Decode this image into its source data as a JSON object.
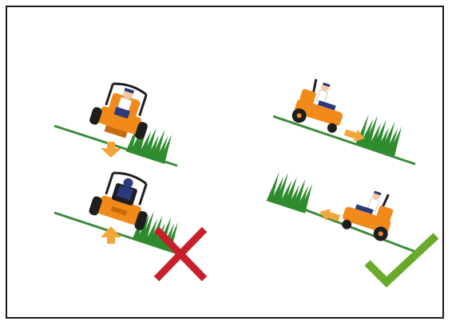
{
  "image": {
    "kind": "mower slope safety illustration",
    "panels": [
      {
        "id": "wrong-uphill",
        "mower_icon": "ride-on-mower-icon",
        "grass_icon": "tall-grass-icon"
      },
      {
        "id": "wrong-downhill",
        "mower_icon": "ride-on-mower-icon",
        "grass_icon": "tall-grass-icon"
      },
      {
        "id": "right-climbing",
        "mower_icon": "ride-on-mower-side-icon",
        "grass_icon": "tall-grass-icon"
      },
      {
        "id": "right-descending",
        "mower_icon": "ride-on-mower-side-icon",
        "grass_icon": "tall-grass-icon"
      }
    ],
    "verdicts": {
      "wrong": {
        "icon": "red-cross-icon",
        "color": "#c8202a"
      },
      "right": {
        "icon": "green-checkmark-icon",
        "color": "#6aaa2a"
      }
    },
    "colors": {
      "mower": "#f28a1a",
      "mower_dark": "#c86a0a",
      "grass": "#2e8b2e",
      "grass_light": "#5cb85c",
      "ground": "#3c8c3c",
      "arrow": "#f4a53a",
      "driver_shirt": "#ffffff",
      "driver_pants": "#2a3a7a",
      "tire": "#1e1e1e"
    }
  }
}
